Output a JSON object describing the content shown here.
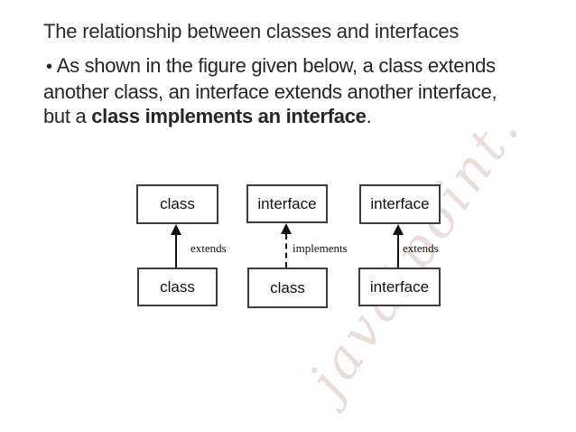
{
  "slide": {
    "title": "The relationship between classes and interfaces",
    "bullet": {
      "marker": "•",
      "line1": "As shown in the figure given below, a class extends",
      "line2": "another class, an interface extends another interface,",
      "line3_prefix": "but a ",
      "line3_bold": "class implements an interface",
      "line3_suffix": "."
    }
  },
  "diagram": {
    "watermark": "javatpoint.",
    "columns": [
      {
        "top_box": "class",
        "relation": "extends",
        "line_style": "solid",
        "bottom_box": "class"
      },
      {
        "top_box": "interface",
        "relation": "implements",
        "line_style": "dashed",
        "bottom_box": "class"
      },
      {
        "top_box": "interface",
        "relation": "extends",
        "line_style": "solid",
        "bottom_box": "interface"
      }
    ]
  },
  "colors": {
    "background": "#ffffff",
    "text": "#262626",
    "box_border": "#3d3d3d",
    "arrow": "#111111",
    "watermark": "#c09a8a"
  }
}
